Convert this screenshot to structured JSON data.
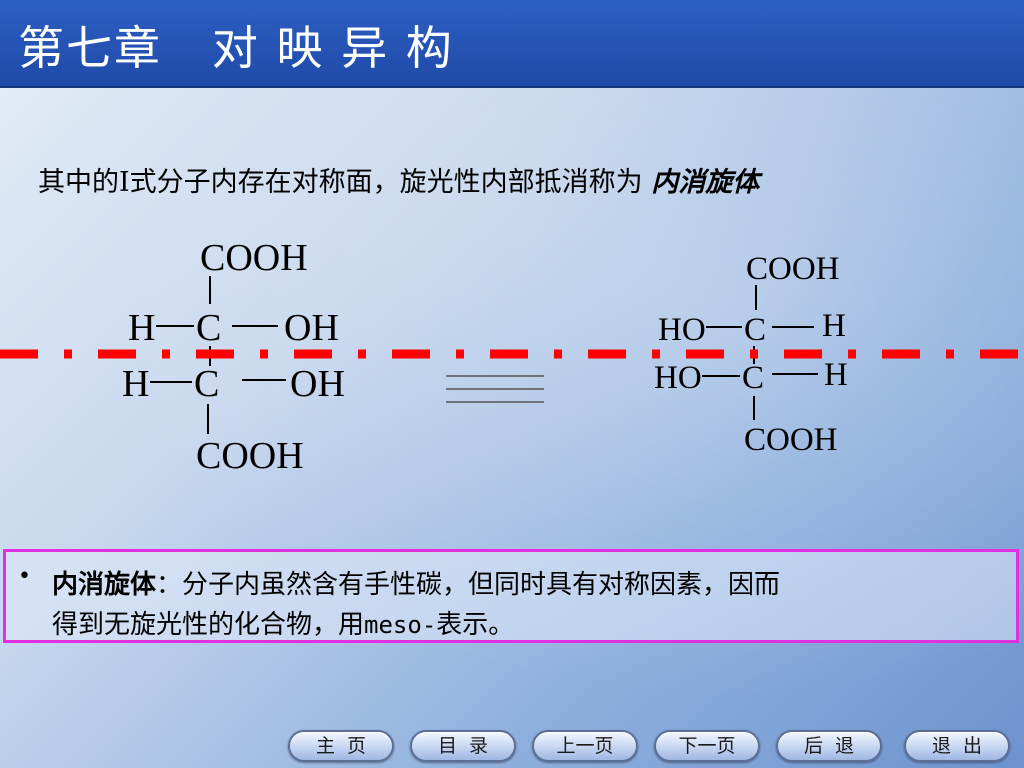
{
  "title": "第七章   对 映 异 构",
  "intro": {
    "text": "其中的Ⅰ式分子内存在对称面，旋光性内部抵消称为 ",
    "emphasis": "内消旋体"
  },
  "structure_left": {
    "top": "COOH",
    "upper_left": "H",
    "upper_center": "C",
    "upper_right": "OH",
    "lower_left": "H",
    "lower_center": "C",
    "lower_right": "OH",
    "bottom": "COOH"
  },
  "structure_right": {
    "top": "COOH",
    "upper_left": "HO",
    "upper_center": "C",
    "upper_right": "H",
    "lower_left": "HO",
    "lower_center": "C",
    "lower_right": "H",
    "bottom": "COOH"
  },
  "definition": {
    "bullet": "•",
    "term": "内消旋体",
    "colon": "：",
    "line1_rest": "分子内虽然含有手性碳，但同时具有对称因素，因而",
    "line2_a": "得到无旋光性的化合物，用",
    "line2_code": "meso-",
    "line2_b": "表示。"
  },
  "nav": {
    "home": "主  页",
    "contents": "目  录",
    "prev": "上一页",
    "next": "下一页",
    "back": "后  退",
    "exit": "退  出"
  },
  "colors": {
    "title_bar": "#2653b8",
    "symmetry_line": "#ff0000",
    "definition_border": "#e030e0"
  }
}
